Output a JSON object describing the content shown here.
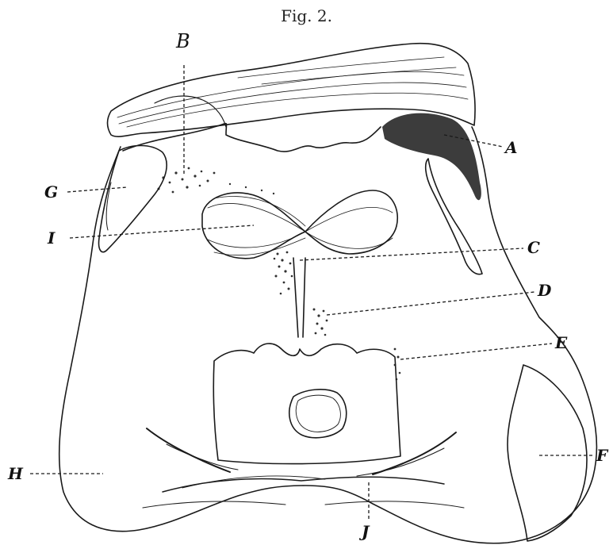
{
  "figure": {
    "title": "Fig. 2.",
    "labels": {
      "A": "A",
      "B": "B",
      "C": "C",
      "D": "D",
      "E": "E",
      "F": "F",
      "G": "G",
      "H": "H",
      "I": "I",
      "J": "J"
    }
  },
  "colors": {
    "ink": "#1a1a1a",
    "paper": "#ffffff"
  }
}
